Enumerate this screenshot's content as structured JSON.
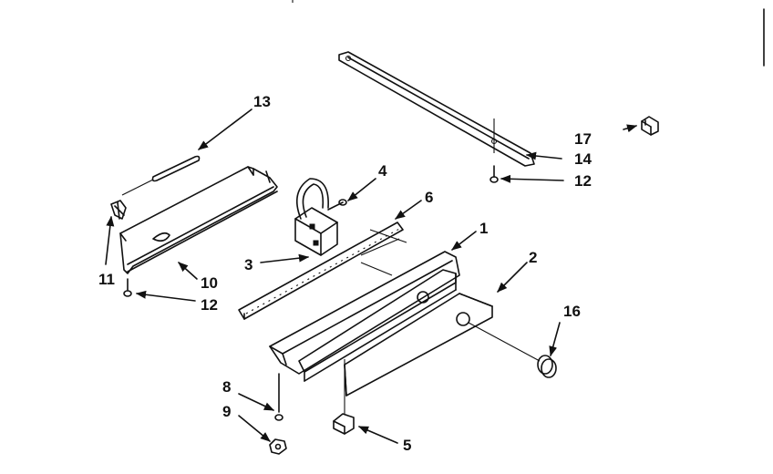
{
  "diagram": {
    "background": "#ffffff",
    "ink": "#111111",
    "callouts": {
      "c1": "1",
      "c2": "2",
      "c3": "3",
      "c4": "4",
      "c5": "5",
      "c6": "6",
      "c8": "8",
      "c9": "9",
      "c10": "10",
      "c11": "11",
      "c12a": "12",
      "c12b": "12",
      "c13": "13",
      "c14": "14",
      "c16": "16",
      "c17": "17"
    }
  }
}
